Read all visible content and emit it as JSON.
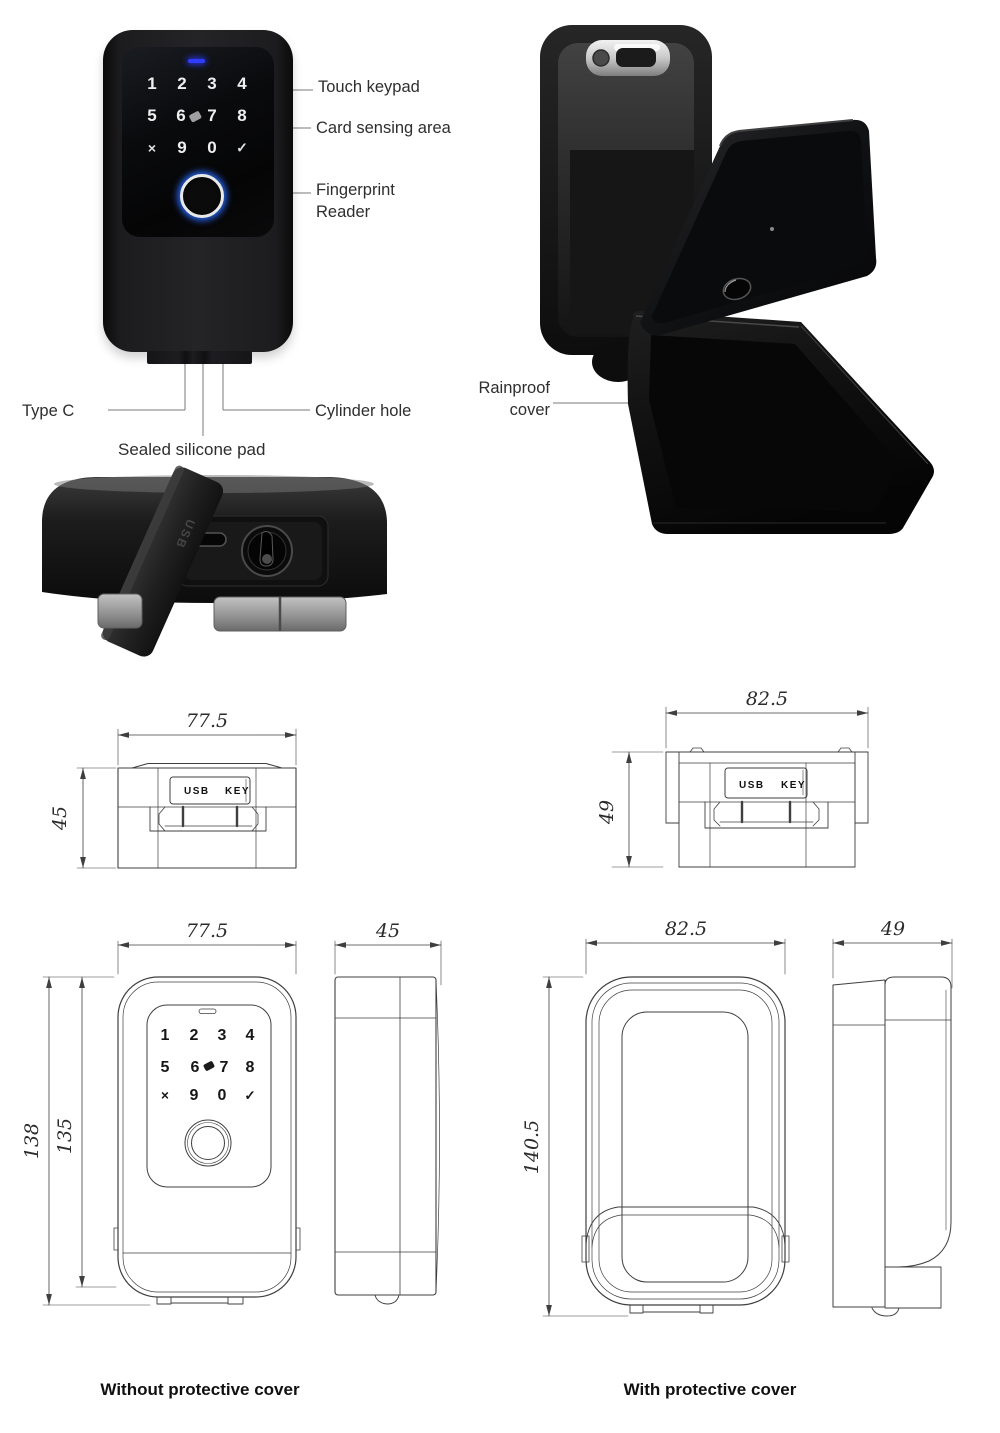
{
  "callouts": {
    "touch_keypad": "Touch keypad",
    "card_sensing_area": "Card sensing area",
    "fingerprint_reader": "Fingerprint\nReader",
    "type_c": "Type C",
    "cylinder_hole": "Cylinder hole",
    "sealed_silicone_pad": "Sealed silicone pad",
    "rainproof_cover": "Rainproof\ncover"
  },
  "keypad": {
    "rows": [
      [
        "1",
        "2",
        "3",
        "4"
      ],
      [
        "5",
        "6",
        "7",
        "8"
      ],
      [
        "×",
        "9",
        "0",
        "✓"
      ]
    ],
    "led_color": "#2e3dff"
  },
  "flap_label": "USB",
  "port_panel": {
    "usb": "USB",
    "key": "KEY"
  },
  "dimensions": {
    "width_no_cover": "77.5",
    "depth_no_cover": "45",
    "height_total_no_cover": "138",
    "height_body_no_cover": "135",
    "width_with_cover": "82.5",
    "depth_with_cover": "49",
    "height_with_cover": "140.5"
  },
  "captions": {
    "without_cover": "Without protective cover",
    "with_cover": "With protective cover"
  },
  "colors": {
    "device_black": "#141414",
    "panel_black": "#0a0a0b",
    "callout_line": "#787878",
    "drawing_stroke": "#3f3f3f",
    "fingerprint_glow": "#2b6cff"
  }
}
